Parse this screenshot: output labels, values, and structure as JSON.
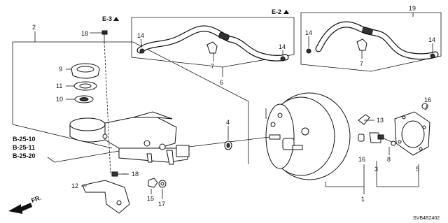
{
  "callouts": {
    "p1": "1",
    "p2": "2",
    "p3": "3",
    "p4": "4",
    "p5": "5",
    "p6": "6",
    "p7a": "7",
    "p7b": "7",
    "p8": "8",
    "p9": "9",
    "p10": "10",
    "p11": "11",
    "p12": "12",
    "p13": "13",
    "p14a": "14",
    "p14b": "14",
    "p14c": "14",
    "p14d": "14",
    "p15": "15",
    "p16a": "16",
    "p16b": "16",
    "p17": "17",
    "p18a": "18",
    "p18b": "18",
    "p19": "19"
  },
  "references": {
    "e3": "E-3",
    "e2": "E-2",
    "b1": "B-25-10",
    "b2": "B-25-11",
    "b3": "B-25-20"
  },
  "direction_label": "FR.",
  "diagram_code": "SVB4B2402"
}
